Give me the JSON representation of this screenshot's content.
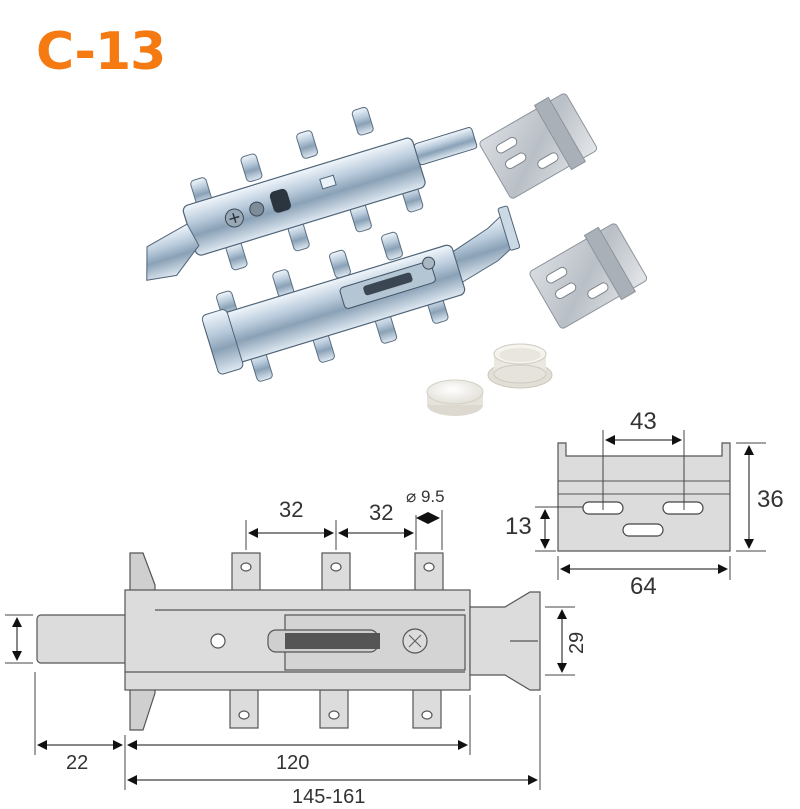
{
  "product": {
    "model_code": "C-13",
    "brand_color": "#f57a12"
  },
  "photo": {
    "items": [
      {
        "name": "cabinet-hanger-body-upper",
        "material": "zinc-plated steel"
      },
      {
        "name": "cabinet-hanger-body-lower",
        "material": "zinc-plated steel"
      },
      {
        "name": "wall-mounting-plate",
        "count": 2
      },
      {
        "name": "cover-cap",
        "count": 2,
        "color": "#f2f0ea"
      }
    ]
  },
  "drawing_plate": {
    "dim_hole_spacing": "43",
    "dim_height": "36",
    "dim_slot_offset": "13",
    "dim_width": "64"
  },
  "drawing_hanger": {
    "dim_pitch_1": "32",
    "dim_pitch_2": "32",
    "dim_diameter": "⌀ 9.5",
    "dim_end_height": "29",
    "dim_stub": "22",
    "dim_body_length": "120",
    "dim_total_length": "145-161"
  },
  "colors": {
    "drawing_fill": "#dcdcdc",
    "drawing_line": "#444444",
    "dimension_text": "#333333",
    "metal_light": "#e4eef6",
    "metal_mid": "#9fb6c8",
    "metal_dark": "#4c6074"
  }
}
